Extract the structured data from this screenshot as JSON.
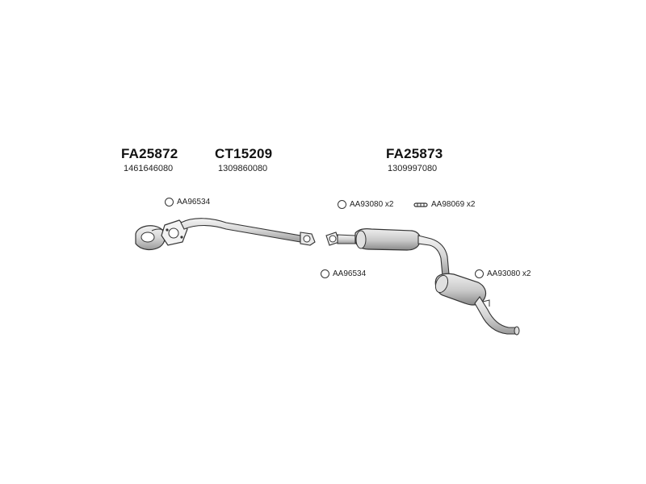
{
  "parts": [
    {
      "code": "FA25872",
      "oem": "1461646080"
    },
    {
      "code": "CT15209",
      "oem": "1309860080"
    },
    {
      "code": "FA25873",
      "oem": "1309997080"
    }
  ],
  "callouts": {
    "gasket_left": "AA96534",
    "gasket_mid_top": "AA93080 x2",
    "clamp_mid": "AA98069 x2",
    "gasket_mid_bottom": "AA96534",
    "gasket_right": "AA93080 x2"
  },
  "icons": {
    "gasket": "ring-gasket-icon",
    "clamp": "clamp-icon"
  }
}
